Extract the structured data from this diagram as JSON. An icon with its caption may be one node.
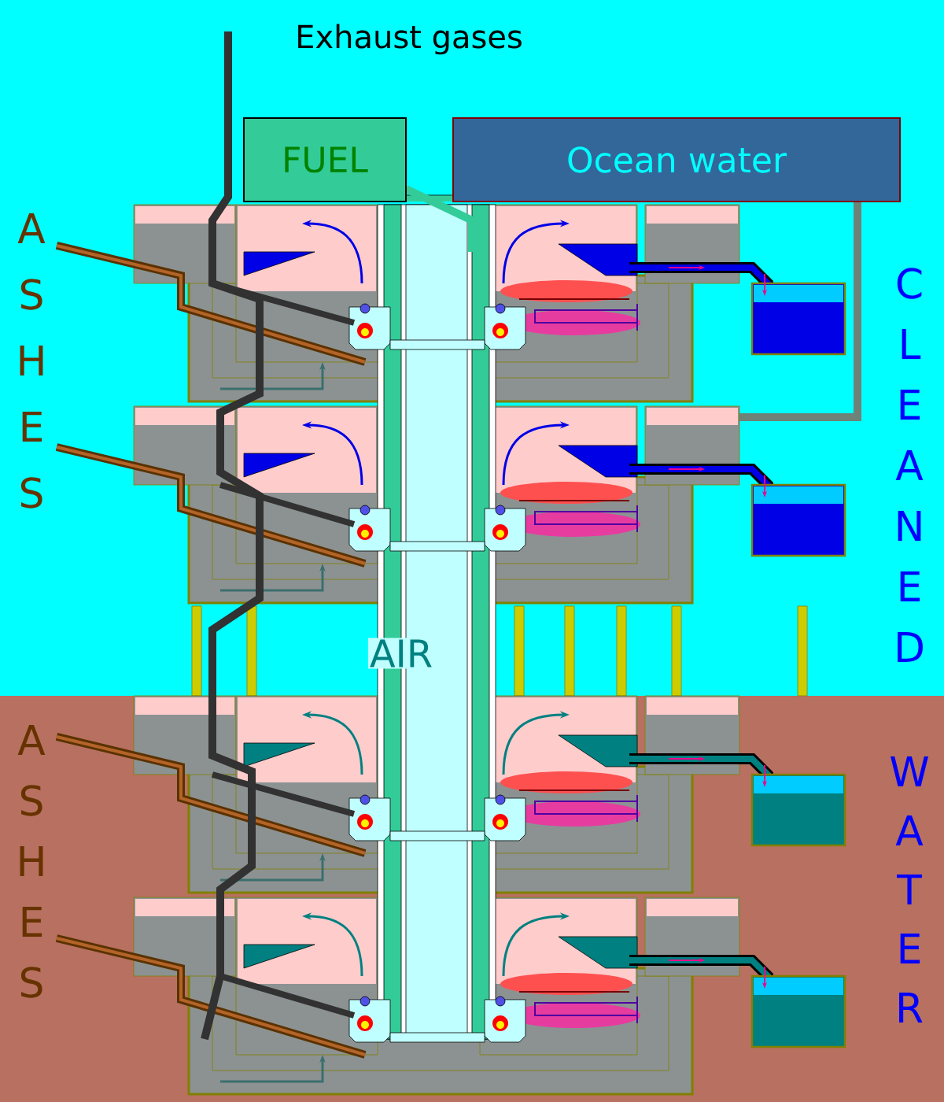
{
  "diagram": {
    "nodes": [
      {
        "text": [
          "FUEL"
        ]
      },
      {
        "text": [
          "Ocean water"
        ]
      }
    ],
    "labels": [
      "Exhaust gases",
      "A",
      "S",
      "H",
      "E",
      "S",
      "C",
      "L",
      "E",
      "A",
      "N",
      "E",
      "D",
      "AIR",
      "A",
      "S",
      "H",
      "E",
      "S",
      "W",
      "A",
      "T",
      "E",
      "R"
    ]
  }
}
